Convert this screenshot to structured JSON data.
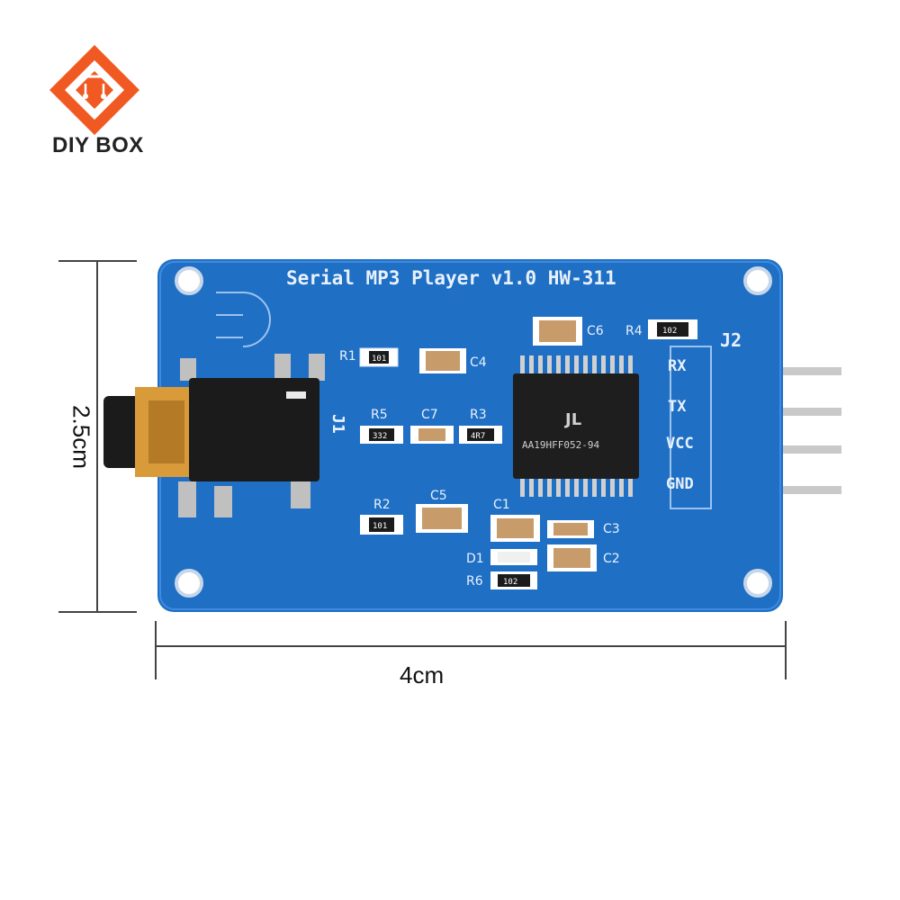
{
  "brand": {
    "name": "DIY BOX",
    "color": "#f05a22"
  },
  "dimensions": {
    "width_label": "4cm",
    "height_label": "2.5cm"
  },
  "board": {
    "title": "Serial MP3 Player v1.0 HW-311",
    "color": "#1f6fc4",
    "header_label": "J2",
    "jack_label": "J1",
    "chip_text": "AA19HFF052-94",
    "pins": [
      "RX",
      "TX",
      "VCC",
      "GND"
    ],
    "components": {
      "r1": "R1",
      "c4": "C4",
      "c6": "C6",
      "r4": "R4",
      "r5": "R5",
      "c7": "C7",
      "r3": "R3",
      "r2": "R2",
      "c5": "C5",
      "c1": "C1",
      "c3": "C3",
      "c2": "C2",
      "d1": "D1",
      "r6": "R6"
    },
    "resistor_codes": {
      "r1": "101",
      "r4": "102",
      "r5": "332",
      "r3": "4R7",
      "r2": "101",
      "r6": "102"
    }
  }
}
